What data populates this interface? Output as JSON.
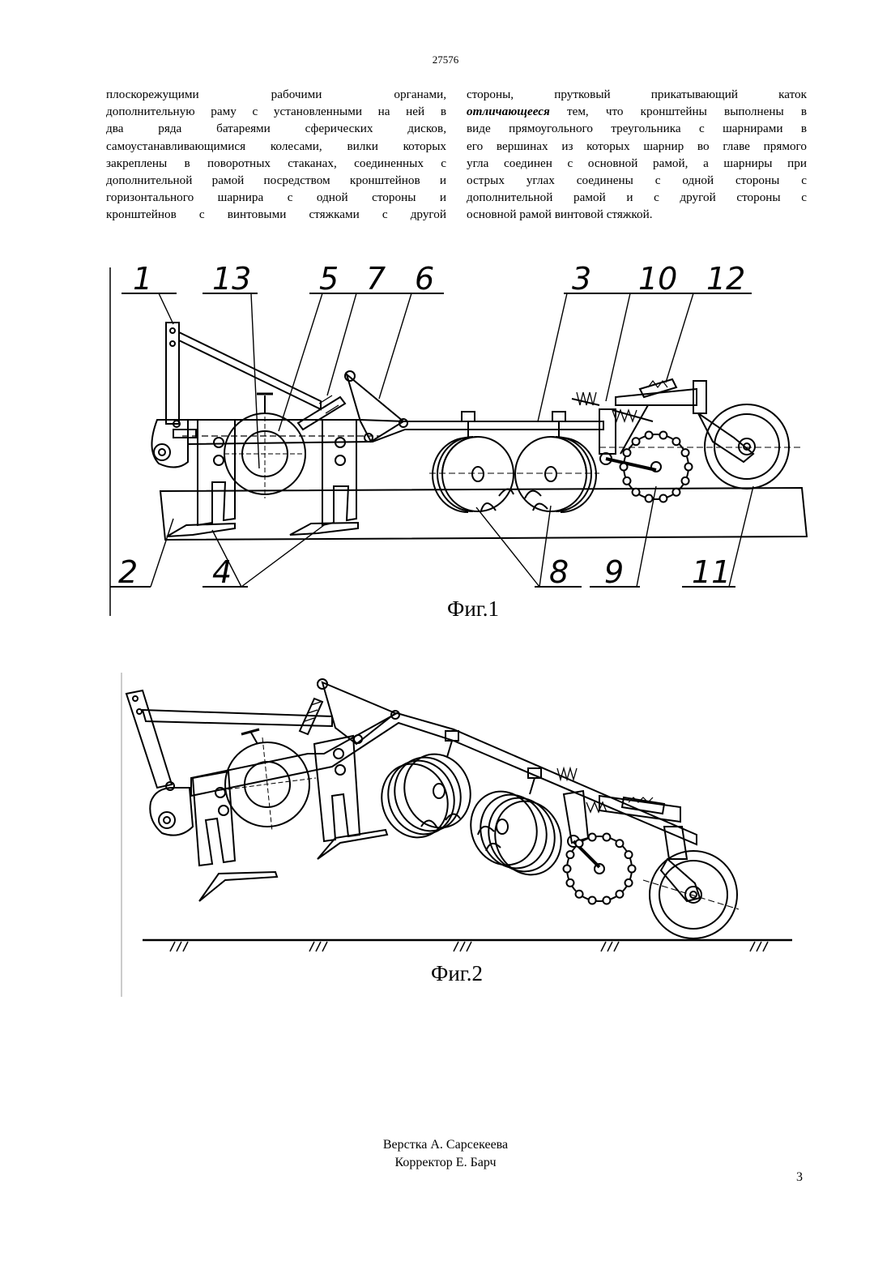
{
  "header": {
    "patent_number": "27576"
  },
  "text": {
    "left_lines": [
      "плоскорежущими рабочими органами,",
      "дополнительную раму с установленными на ней в",
      "два ряда батареями сферических дисков,",
      "самоустанавливающимися колесами, вилки которых",
      "закреплены в поворотных стаканах, соединенных с",
      "дополнительной рамой посредством кронштейнов и",
      "горизонтального шарнира с одной стороны и",
      "кронштейнов с винтовыми стяжками с другой"
    ],
    "right_line1": "стороны, прутковый прикатывающий каток",
    "right_emph": "отличающееся",
    "right_line2_rest": " тем, что кронштейны выполнены в",
    "right_lines_rest": [
      "виде прямоугольного треугольника с шарнирами в",
      "его вершинах из которых шарнир во главе прямого",
      "угла соединен с основной рамой, а шарниры при",
      "острых углах соединены с одной стороны с",
      "дополнительной рамой и с другой стороны с",
      "основной рамой винтовой стяжкой."
    ]
  },
  "figure1": {
    "caption": "Фиг.1",
    "labels_top": [
      "1",
      "13",
      "5",
      "7",
      "6",
      "3",
      "10",
      "12"
    ],
    "labels_bottom": [
      "2",
      "4",
      "8",
      "9",
      "11"
    ]
  },
  "figure2": {
    "caption": "Фиг.2"
  },
  "footer": {
    "layout": "Верстка А. Сарсекеева",
    "corrector": "Корректор Е. Барч",
    "page": "3"
  }
}
